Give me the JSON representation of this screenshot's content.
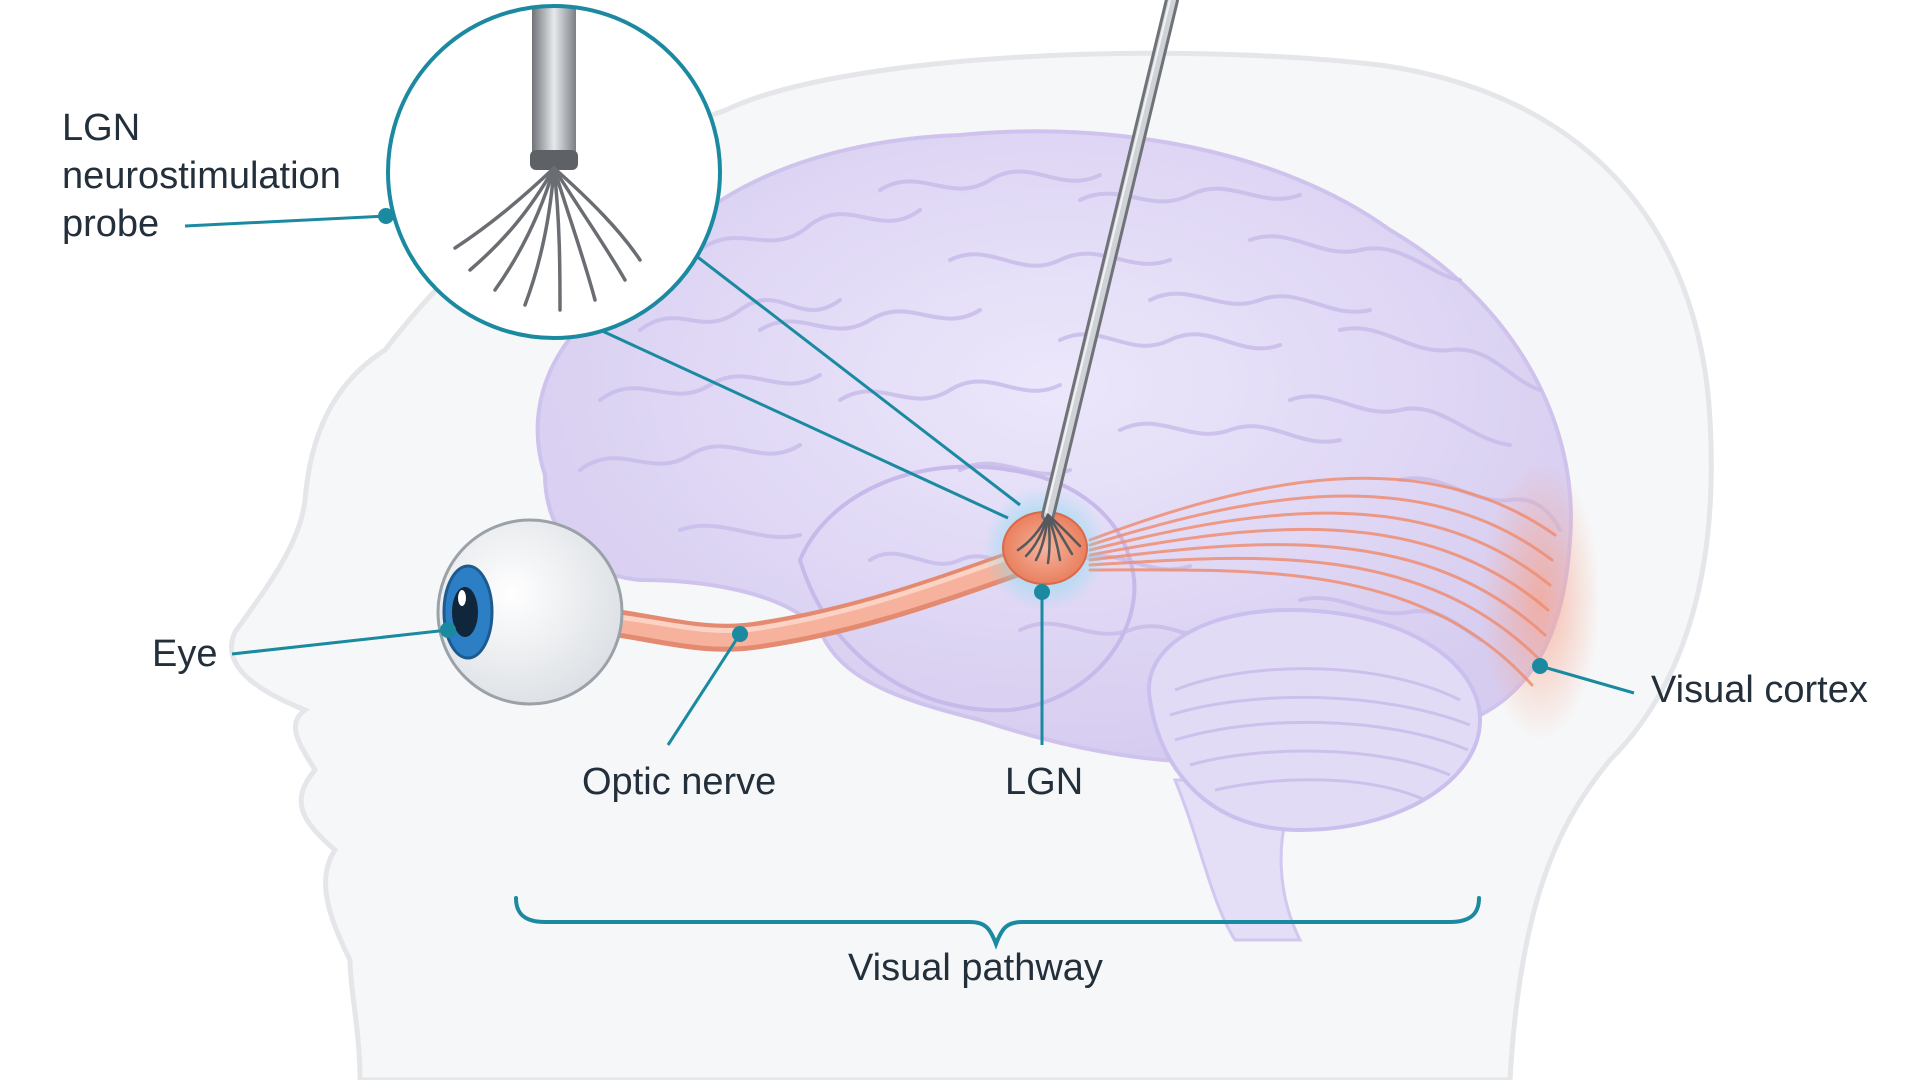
{
  "labels": {
    "probe": "LGN\nneurostimulation\nprobe",
    "eye": "Eye",
    "optic_nerve": "Optic nerve",
    "lgn": "LGN",
    "visual_cortex": "Visual cortex",
    "visual_pathway": "Visual pathway"
  },
  "colors": {
    "accent": "#1b8aa1",
    "brain": "#ddd6f4",
    "nerve": "#f2a088",
    "iris": "#2c7fc4"
  }
}
